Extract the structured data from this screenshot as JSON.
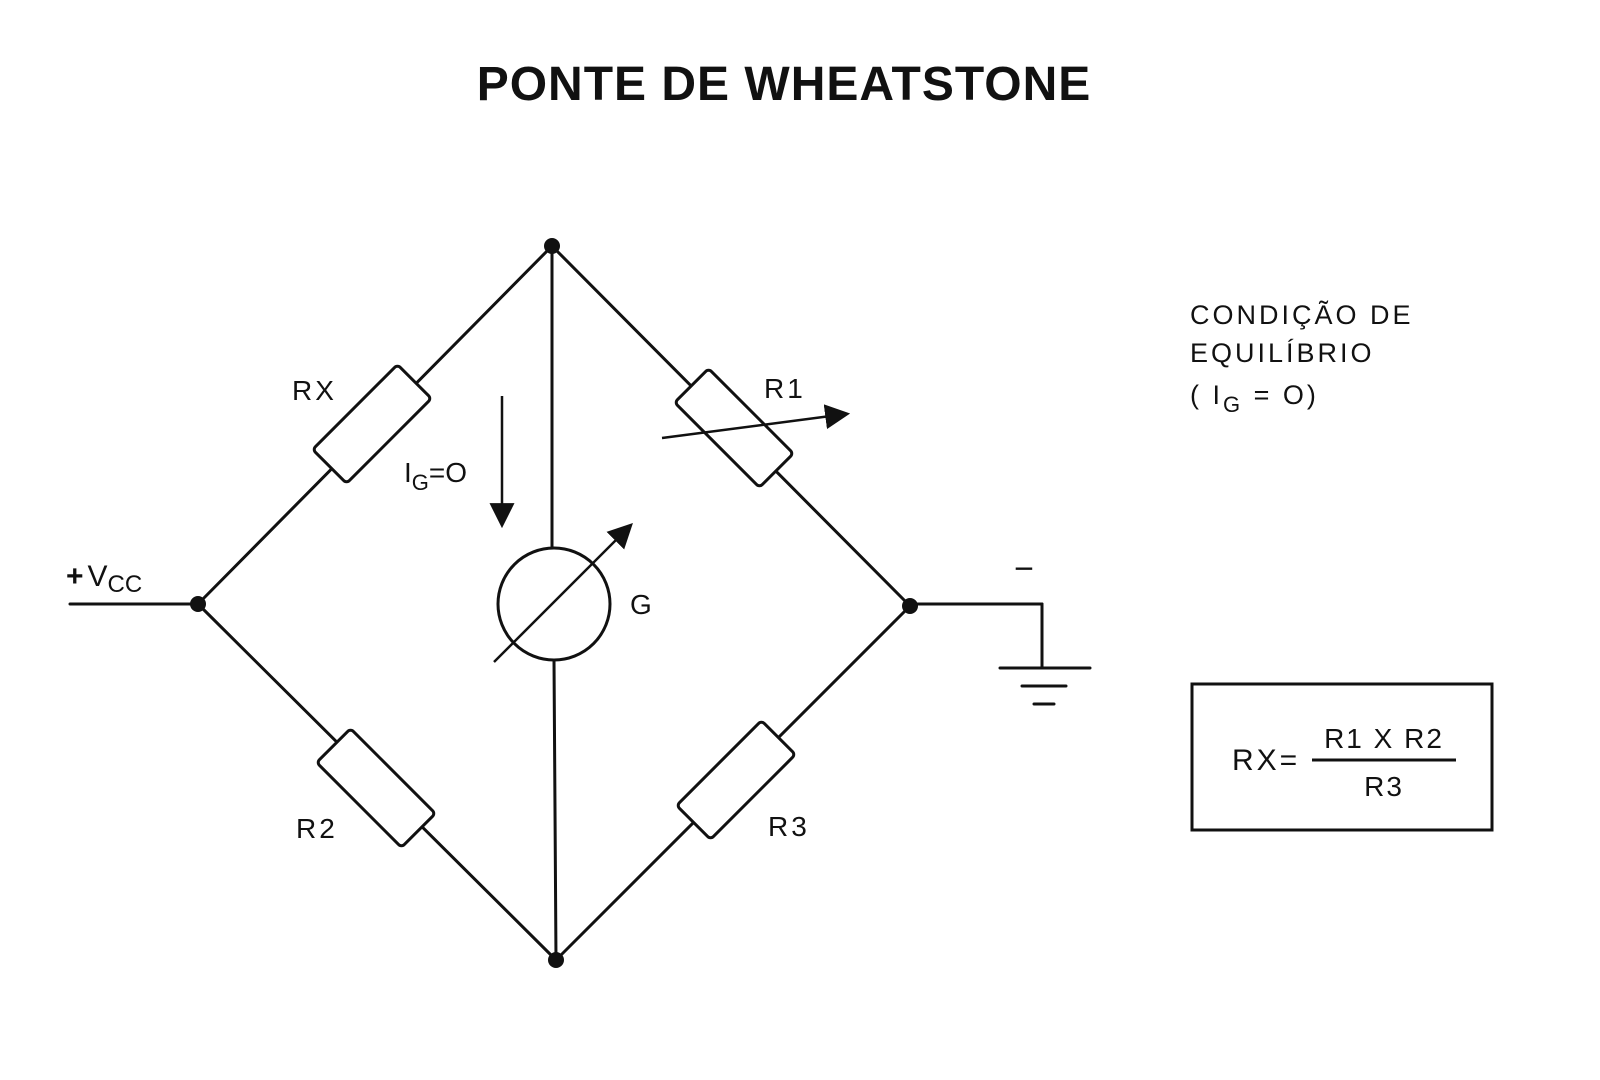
{
  "title": "PONTE DE WHEATSTONE",
  "supply": {
    "sign": "+",
    "base": "V",
    "sub": "CC"
  },
  "ground_sign": "−",
  "resistors": {
    "rx": "RX",
    "r1": "R1",
    "r2": "R2",
    "r3": "R3"
  },
  "galvanometer": {
    "label": "G"
  },
  "current": {
    "base": "I",
    "sub": "G",
    "rest": "=O"
  },
  "condition": {
    "line1": "CONDIÇÃO  DE",
    "line2": "EQUILÍBRIO",
    "line3_open": "( I",
    "line3_sub": "G",
    "line3_close": " = O)"
  },
  "formula": {
    "lhs": "RX=",
    "numerator": "R1  X  R2",
    "denominator": "R3"
  }
}
